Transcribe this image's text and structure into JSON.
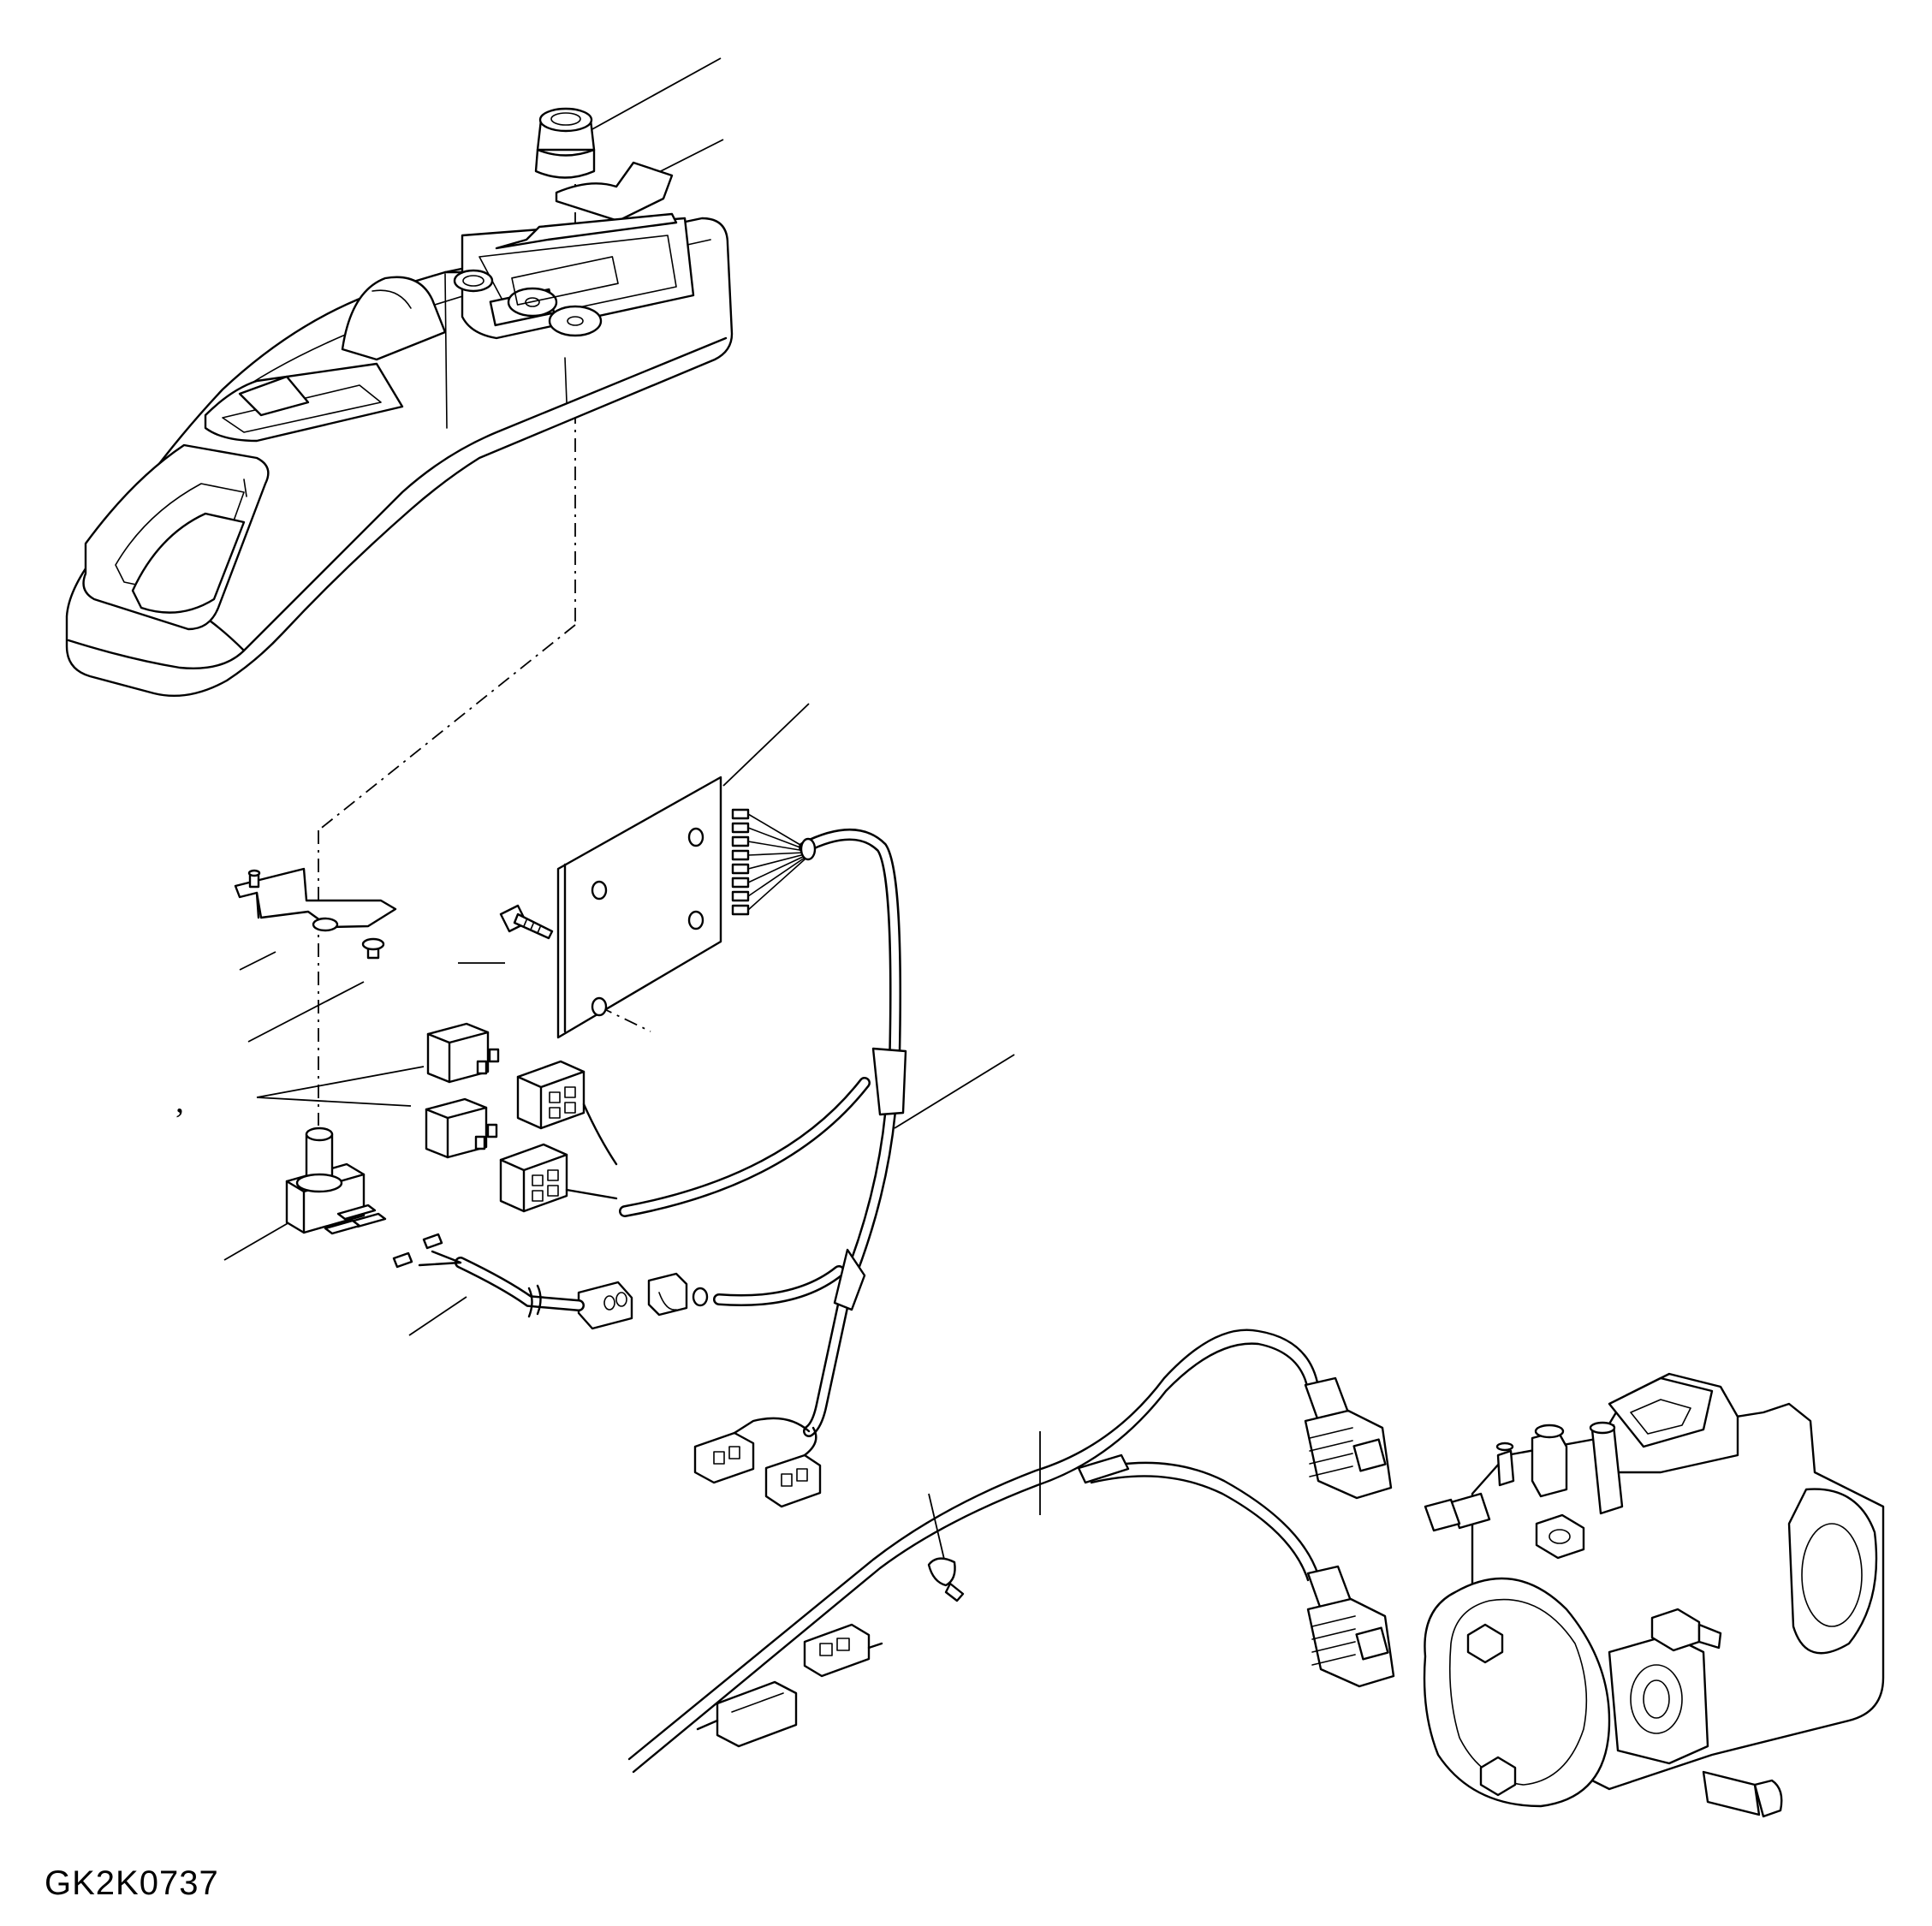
{
  "drawing": {
    "code": "GK2K0737",
    "stray_mark": ","
  },
  "parts": [
    "knob",
    "label-plate",
    "console-cover",
    "mounting-bracket",
    "bracket-screw",
    "relay-upper",
    "relay-lower",
    "potentiometer",
    "controller-board",
    "board-bolt",
    "relay-sockets",
    "main-harness",
    "harness-connectors",
    "wire-lead",
    "cable-tie",
    "pump-harness",
    "hydraulic-pump"
  ]
}
